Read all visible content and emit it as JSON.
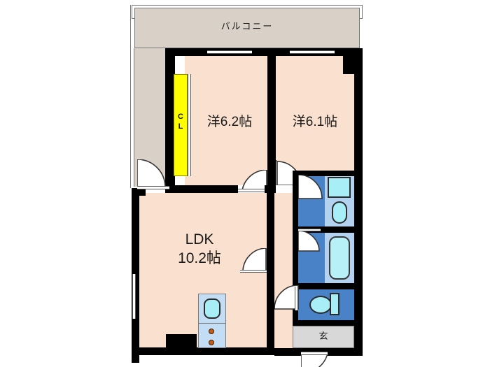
{
  "plan": {
    "type": "floor-plan",
    "layout_code": "2LDK",
    "rooms": [
      {
        "key": "balcony",
        "label": "バルコニー",
        "area": null
      },
      {
        "key": "bedroom1",
        "label": "洋6.2帖",
        "area": "6.2"
      },
      {
        "key": "bedroom2",
        "label": "洋6.1帖",
        "area": "6.1"
      },
      {
        "key": "ldk_name",
        "label": "LDK",
        "area": "10.2"
      },
      {
        "key": "ldk_area",
        "label": "10.2帖",
        "area": "10.2"
      },
      {
        "key": "genkan",
        "label": "玄",
        "area": null
      }
    ],
    "closet": {
      "line1": "C",
      "line2": "L"
    },
    "fixtures": [
      {
        "key": "kitchen-sink",
        "label": "sink"
      },
      {
        "key": "kitchen-stove",
        "label": "stove"
      },
      {
        "key": "washer-space",
        "label": "washing-machine"
      },
      {
        "key": "vanity-basin",
        "label": "vanity"
      },
      {
        "key": "bathtub",
        "label": "bathtub"
      },
      {
        "key": "toilet",
        "label": "toilet"
      }
    ],
    "colors": {
      "room": "#fae0cf",
      "balcony": "#d9d1c8",
      "wall": "#000000",
      "closet": "#ffff00",
      "wet": "#4a82c8",
      "wet_light": "#b3d2f0",
      "tub": "#b8f0f7",
      "genkan": "#d8d8d8",
      "kitchen": "#c3ddf5",
      "burner": "#c85a14"
    }
  }
}
